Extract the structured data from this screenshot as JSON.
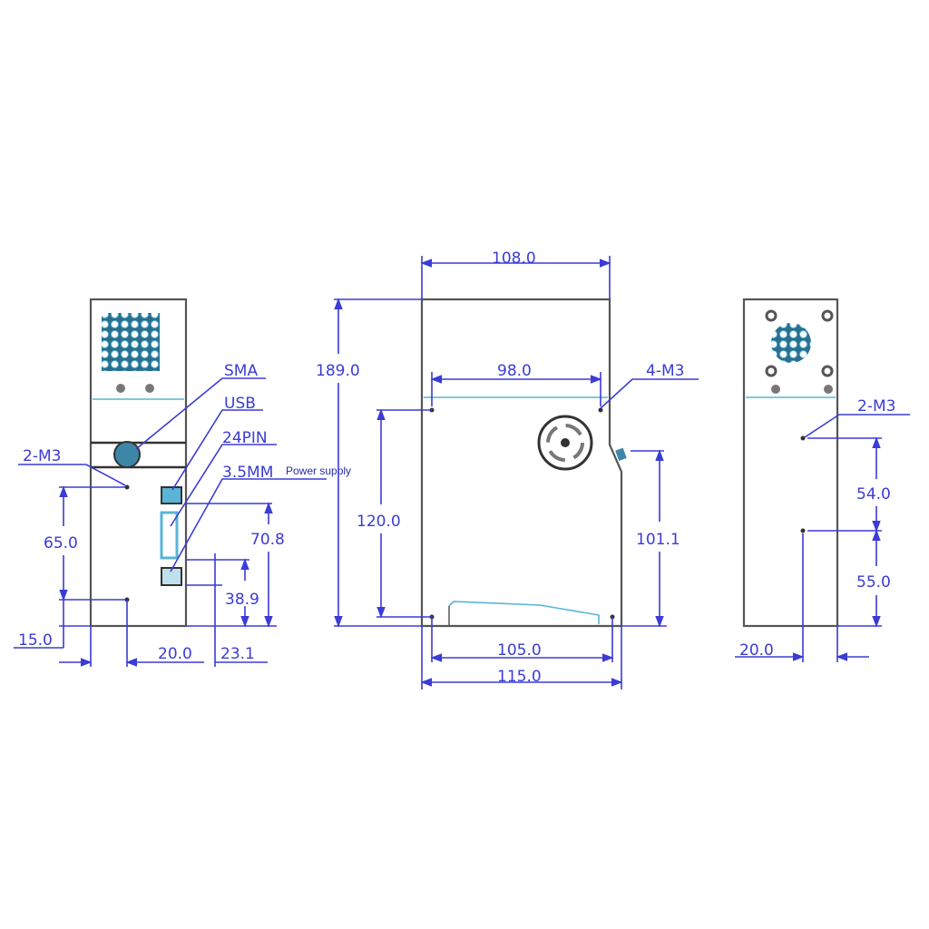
{
  "left_view": {
    "labels": {
      "sma": "SMA",
      "usb": "USB",
      "pin24": "24PIN",
      "mm35": "3.5MM",
      "power_supply": "Power supply",
      "m3": "2-M3"
    },
    "dims": {
      "d65": "65.0",
      "d15": "15.0",
      "d20": "20.0",
      "d23": "23.1",
      "d70": "70.8",
      "d38": "38.9"
    }
  },
  "front_view": {
    "labels": {
      "m3": "4-M3"
    },
    "dims": {
      "d108": "108.0",
      "d189": "189.0",
      "d98": "98.0",
      "d120": "120.0",
      "d101": "101.1",
      "d105": "105.0",
      "d115": "115.0"
    }
  },
  "right_view": {
    "labels": {
      "m3": "2-M3"
    },
    "dims": {
      "d54": "54.0",
      "d55": "55.0",
      "d20": "20.0"
    }
  },
  "colors": {
    "dimension": "#3b3bd6",
    "outline": "#555555",
    "accent": "#5ab4d6"
  }
}
